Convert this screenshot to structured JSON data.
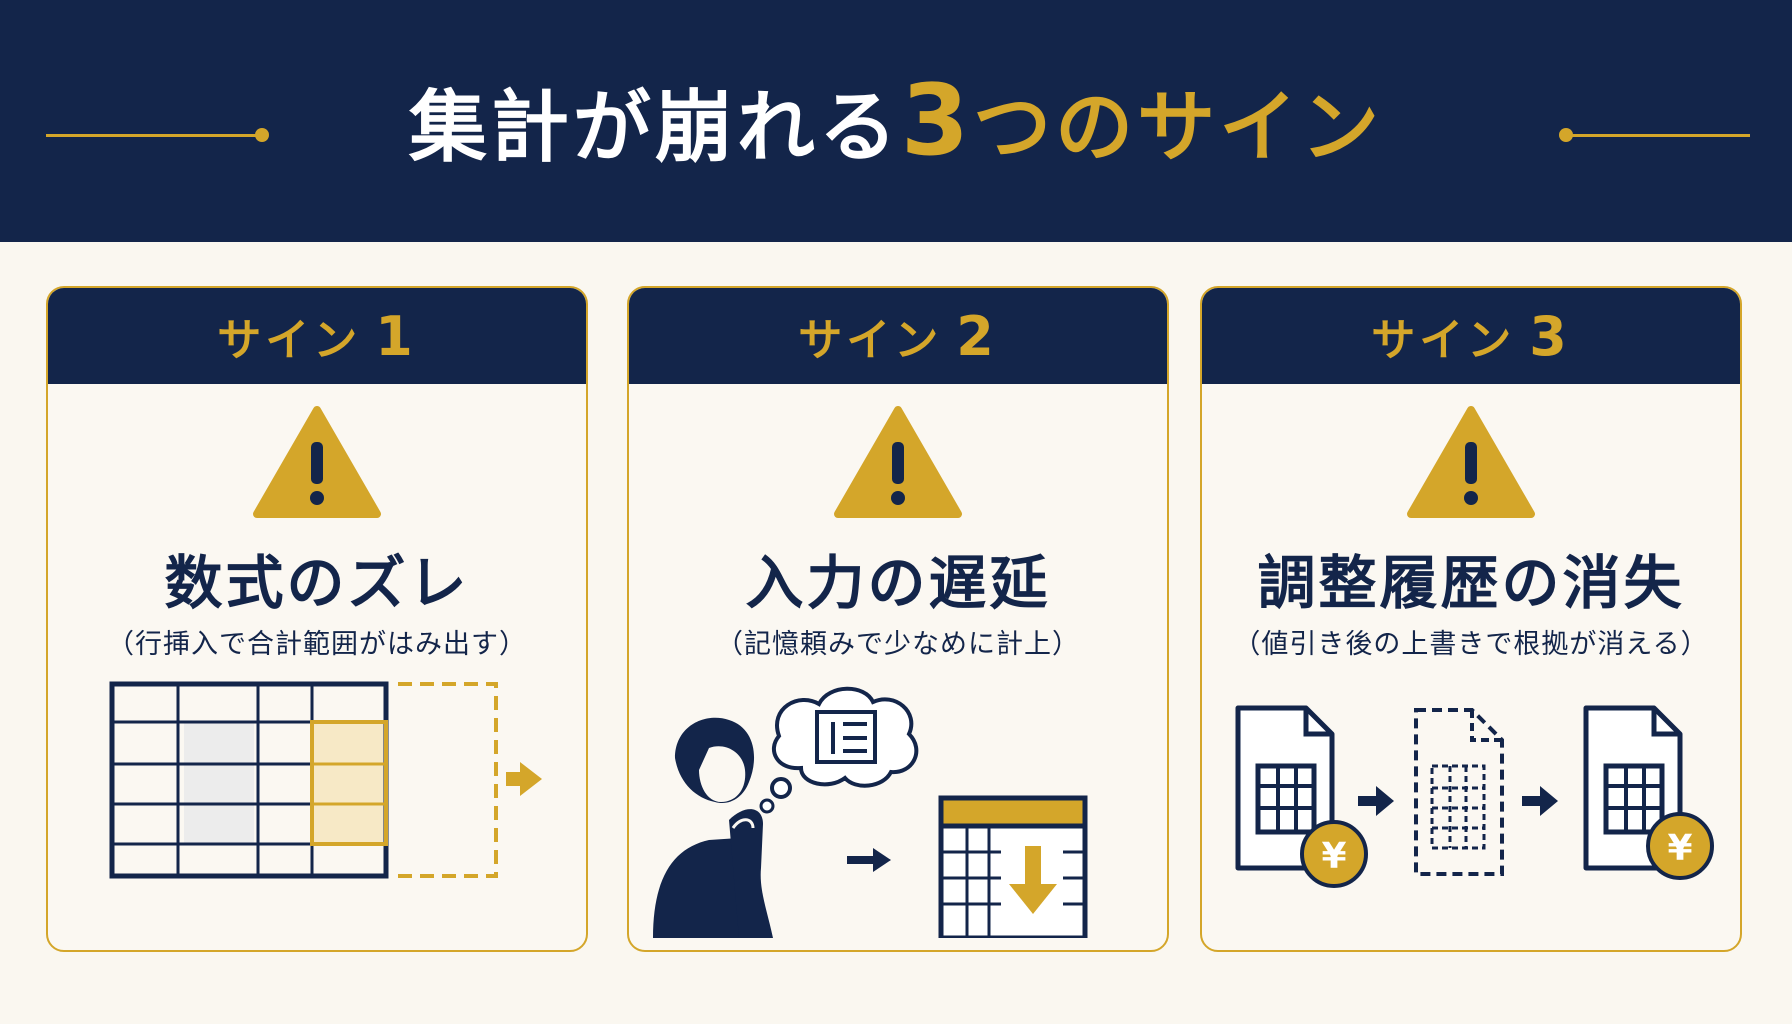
{
  "header": {
    "title_white": "集計が崩れる",
    "title_number": "3",
    "title_gold": "つのサイン"
  },
  "colors": {
    "navy": "#13254a",
    "gold": "#d4a62a",
    "cream": "#faf7f0"
  },
  "signs": [
    {
      "label": "サイン",
      "number": "1",
      "title": "数式のズレ",
      "subtitle": "（行挿入で合計範囲がはみ出す）",
      "icon": "warning-triangle-icon"
    },
    {
      "label": "サイン",
      "number": "2",
      "title": "入力の遅延",
      "subtitle": "（記憶頼みで少なめに計上）",
      "icon": "warning-triangle-icon"
    },
    {
      "label": "サイン",
      "number": "3",
      "title": "調整履歴の消失",
      "subtitle": "（値引き後の上書きで根拠が消える）",
      "icon": "warning-triangle-icon"
    }
  ],
  "illustrations": {
    "yen_symbol": "¥"
  }
}
